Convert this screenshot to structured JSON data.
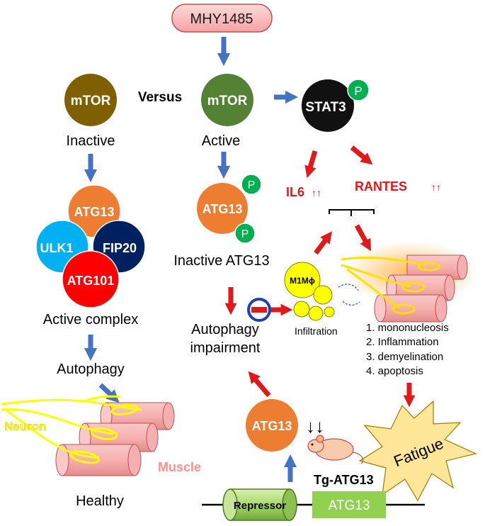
{
  "drug": "MHY1485",
  "versus": "Versus",
  "mtor_label": "mTOR",
  "mtor_inactive_state": "Inactive",
  "mtor_active_state": "Active",
  "stat3": "STAT3",
  "phospho": "P",
  "complex": {
    "atg13": "ATG13",
    "ulk1": "ULK1",
    "fip20": "FIP20",
    "atg101": "ATG101",
    "caption": "Active complex"
  },
  "autophagy": "Autophagy",
  "healthy": "Healthy",
  "neuron": "Neuron",
  "muscle": "Muscle",
  "atg13_phospho": "ATG13",
  "inactive_atg13": "Inactive ATG13",
  "il6": "IL6",
  "rantes": "RANTES",
  "up_arrows": "↑↑",
  "down_arrows": "↓↓",
  "m1": "M1Mϕ",
  "infiltration": "Infiltration",
  "impairment_line1": "Autophagy",
  "impairment_line2": "impairment",
  "pathology": [
    "1. mononucleosis",
    "2. Inflammation",
    "3. demyelination",
    "4. apoptosis"
  ],
  "fatigue": "Fatigue",
  "atg13_bottom": "ATG13",
  "tg": "Tg-ATG13",
  "repressor": "Repressor",
  "atg13_gene": "ATG13",
  "colors": {
    "blue_arrow": "#4472c4",
    "red_arrow": "#e01a1a",
    "orange": "#ed7d31",
    "mtor_inactive": "#7f6000",
    "mtor_active": "#548235",
    "phospho_green": "#00b050",
    "ulk1": "#00b0f0",
    "fip20": "#002060",
    "atg101": "#ff0000",
    "muscle_text": "#ff8f8f",
    "neuron_yellow": "#ffff00",
    "star": "#ffe699"
  }
}
